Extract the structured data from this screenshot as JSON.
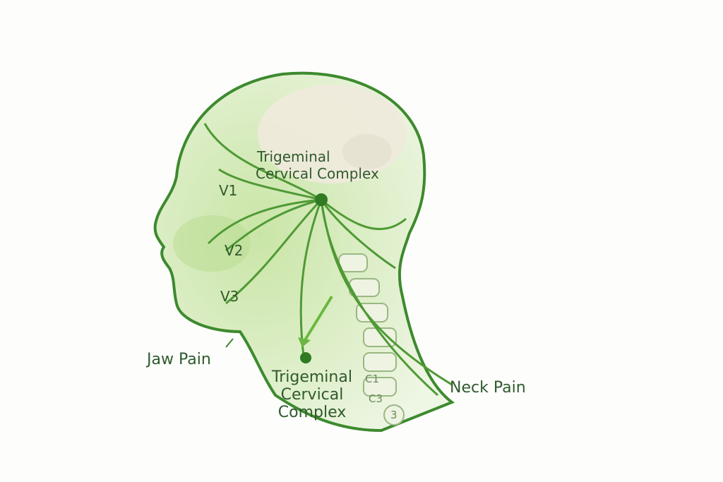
{
  "labels": {
    "top_complex_line1": "Trigeminal",
    "top_complex_line2": "Cervical Complex",
    "v1": "V1",
    "v2": "V2",
    "v3": "V3",
    "jaw_pain": "Jaw Pain",
    "neck_pain": "Neck Pain",
    "bottom_complex_line1": "Trigeminal",
    "bottom_complex_line2": "Cervical",
    "bottom_complex_line3": "Complex",
    "vert_c1": "C1",
    "vert_c3": "C3",
    "vert_3": "3"
  },
  "colors": {
    "outline": "#3d8a2e",
    "nerve": "#4f9a35",
    "fill": "#d8ecc0",
    "text": "#2f5a2c"
  }
}
